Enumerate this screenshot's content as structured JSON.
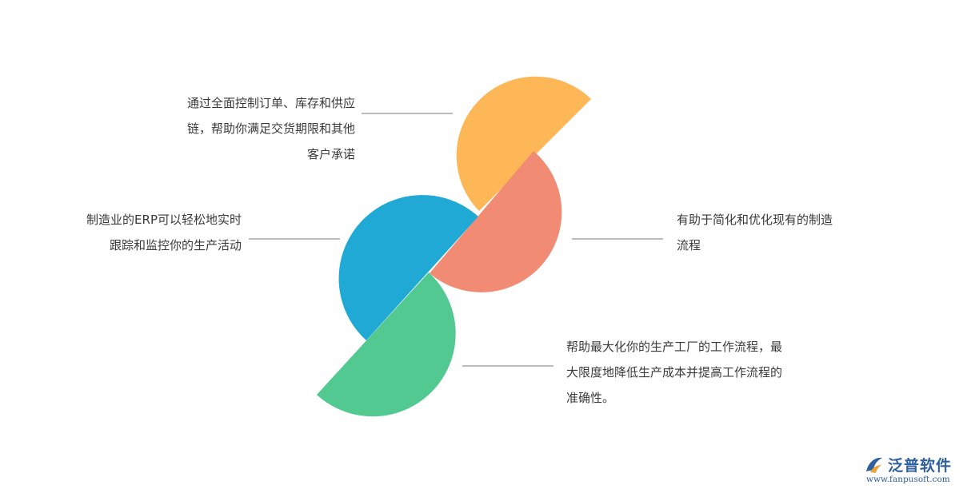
{
  "diagram": {
    "segments": [
      {
        "id": "top",
        "color": "#fdb757",
        "text_lines": [
          "通过全面控制订单、库存和供应",
          "链，帮助你满足交货期限和其他",
          "客户承诺"
        ]
      },
      {
        "id": "right",
        "color": "#f28b73",
        "text_lines": [
          "有助于简化和优化现有的制造",
          "流程"
        ]
      },
      {
        "id": "left",
        "color": "#1fa9d4",
        "text_lines": [
          "制造业的ERP可以轻松地实时",
          "跟踪和监控你的生产活动"
        ]
      },
      {
        "id": "bottom",
        "color": "#53c992",
        "text_lines": [
          "帮助最大化你的生产工厂的工作流程，最",
          "大限度地降低生产成本并提高工作流程的",
          "准确性。"
        ]
      }
    ]
  },
  "logo": {
    "name": "泛普软件",
    "url": "www.fanpusoft.com",
    "brand_color": "#2e5f9e",
    "icon": "fanpu-logo-icon"
  }
}
